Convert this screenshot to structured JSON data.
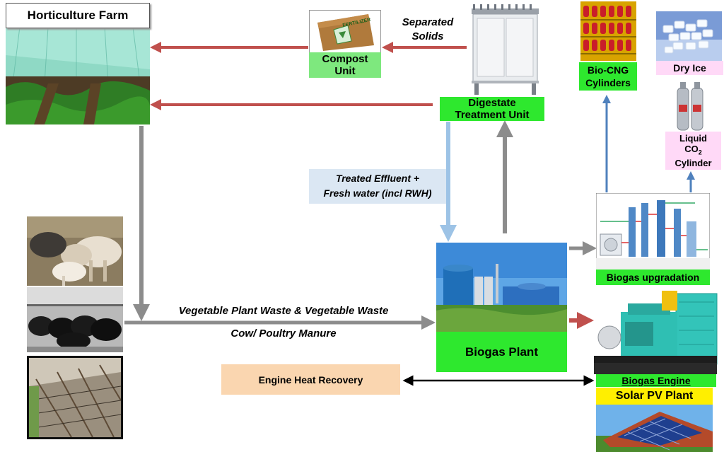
{
  "nodes": {
    "horticulture_farm": "Horticulture Farm",
    "compost_unit": "Compost Unit",
    "separated_solids_line1": "Separated",
    "separated_solids_line2": "Solids",
    "digestate_line1": "Digestate",
    "digestate_line2": "Treatment Unit",
    "bio_cng_line1": "Bio-CNG",
    "bio_cng_line2": "Cylinders",
    "dry_ice": "Dry Ice",
    "liquid_co2_line1": "Liquid",
    "liquid_co2_line2": "CO",
    "liquid_co2_sub": "2",
    "liquid_co2_line3": "Cylinder",
    "treated_effluent_line1": "Treated Effluent +",
    "treated_effluent_line2": "Fresh water  (incl RWH)",
    "biogas_upgradation": "Biogas upgradation",
    "waste_line1": "Vegetable Plant Waste & Vegetable Waste",
    "waste_line2": "Cow/ Poultry Manure",
    "biogas_plant": "Biogas Plant",
    "engine_heat": "Engine Heat Recovery",
    "biogas_engine": "Biogas Engine",
    "solar_pv": "Solar PV Plant",
    "fertilizer_bag": "FERTILIZER"
  },
  "colors": {
    "red_arrow": "#c0504d",
    "gray_arrow": "#8c8c8c",
    "blue_arrow": "#4f81bd",
    "light_blue_arrow": "#9dc3e6",
    "label_green": "#2ee82e"
  }
}
